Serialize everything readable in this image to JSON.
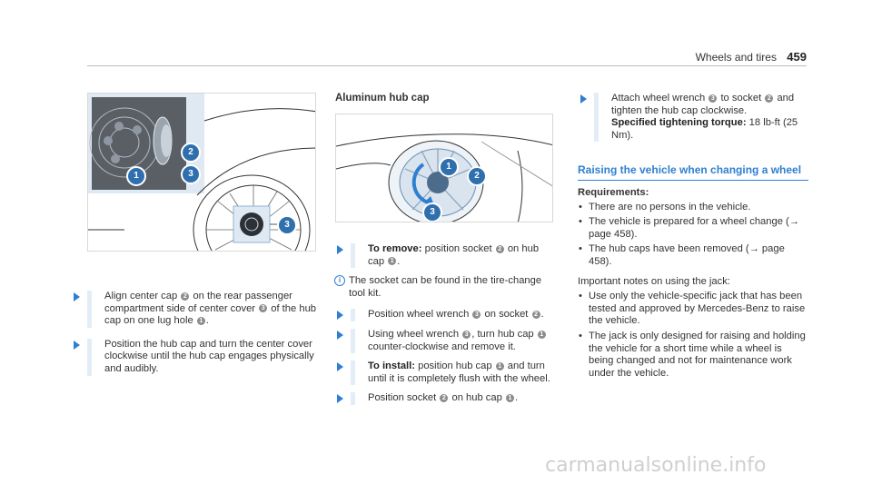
{
  "header": {
    "section": "Wheels and tires",
    "page": "459"
  },
  "figure_labels": [
    "1",
    "2",
    "3"
  ],
  "col1": {
    "steps": [
      {
        "parts": [
          "Align center cap ",
          "2",
          " on the rear passenger compartment side of center cover ",
          "3",
          " of the hub cap on one lug hole ",
          "1",
          "."
        ]
      },
      {
        "text": "Position the hub cap and turn the center cover clockwise until the hub cap engages physically and audibly."
      }
    ]
  },
  "col2": {
    "title": "Aluminum hub cap",
    "remove_label": "To remove:",
    "remove_a": " position socket ",
    "remove_n1": "2",
    "remove_b": " on hub cap ",
    "remove_n2": "1",
    "remove_c": ".",
    "note": "The socket can be found in the tire-change tool kit.",
    "step2_a": "Position wheel wrench ",
    "step2_n1": "3",
    "step2_b": " on socket ",
    "step2_n2": "2",
    "step2_c": ".",
    "step3_a": "Using wheel wrench ",
    "step3_n1": "3",
    "step3_b": ", turn hub cap ",
    "step3_n2": "1",
    "step3_c": " counter-clockwise and remove it.",
    "install_label": "To install:",
    "install_a": " position hub cap ",
    "install_n1": "1",
    "install_b": " and turn until it is completely flush with the wheel.",
    "step5_a": "Position socket ",
    "step5_n1": "2",
    "step5_b": " on hub cap ",
    "step5_n2": "1",
    "step5_c": "."
  },
  "col3": {
    "attach_a": "Attach wheel wrench ",
    "attach_n1": "3",
    "attach_b": " to socket ",
    "attach_n2": "2",
    "attach_c": " and tighten the hub cap clockwise.",
    "torque_label": "Specified tightening torque:",
    "torque_value": " 18 lb-ft (25 Nm).",
    "section_title": "Raising the vehicle when changing a wheel",
    "req_title": "Requirements:",
    "requirements": [
      "There are no persons in the vehicle.",
      "The vehicle is prepared for a wheel change (→ page 458).",
      "The hub caps have been removed (→ page 458)."
    ],
    "jack_intro": "Important notes on using the jack:",
    "jack_notes": [
      "Use only the vehicle-specific jack that has been tested and approved by Mercedes-Benz to raise the vehicle.",
      "The jack is only designed for raising and holding the vehicle for a short time while a wheel is being changed and not for maintenance work under the vehicle."
    ]
  },
  "watermark": "carmanualsonline.info",
  "colors": {
    "accent": "#2f7fd1",
    "callout_bg": "#e3edf6",
    "callout_num": "#8c8c8c"
  }
}
